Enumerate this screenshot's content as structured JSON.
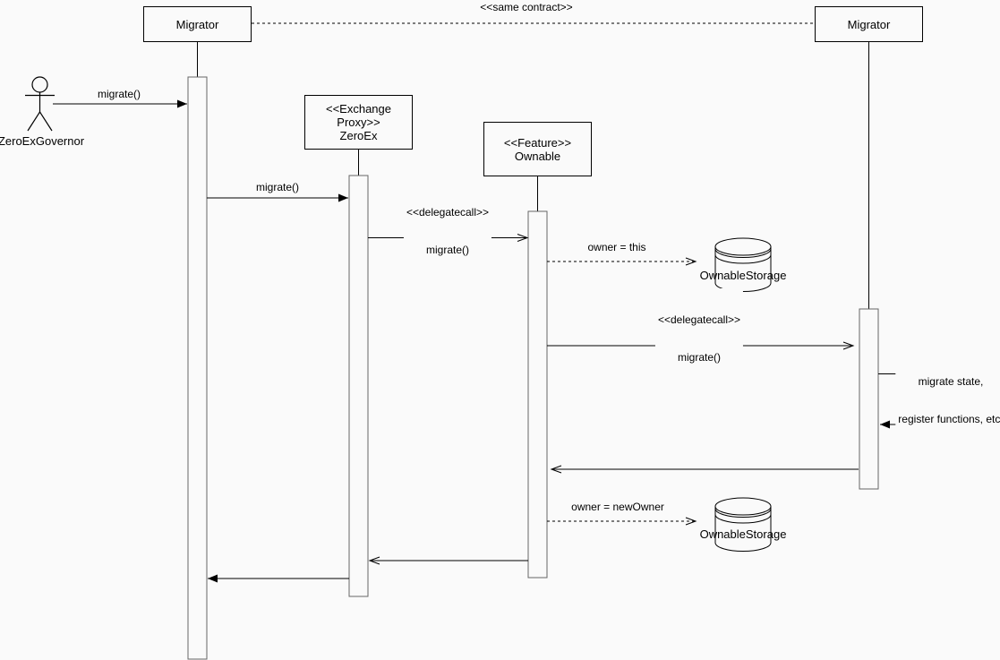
{
  "diagram": {
    "title_hint": "UML sequence diagram",
    "header": {
      "same_contract": "<<same contract>>"
    },
    "actor": {
      "name": "ZeroExGovernor"
    },
    "participants": [
      {
        "id": "migrator-left",
        "stereotype": "",
        "name": "Migrator"
      },
      {
        "id": "zeroex",
        "stereotype": "<<Exchange Proxy>>",
        "name": "ZeroEx"
      },
      {
        "id": "ownable",
        "stereotype": "<<Feature>>",
        "name": "Ownable"
      },
      {
        "id": "migrator-right",
        "stereotype": "",
        "name": "Migrator"
      }
    ],
    "datastores": {
      "store1": {
        "label": "OwnableStorage"
      },
      "store2": {
        "label": "OwnableStorage"
      }
    },
    "messages": {
      "m1": {
        "label": "migrate()"
      },
      "m2": {
        "label": "migrate()"
      },
      "m3": {
        "stereotype": "<<delegatecall>>",
        "label": "migrate()"
      },
      "m4": {
        "label": "owner = this"
      },
      "m5": {
        "stereotype": "<<delegatecall>>",
        "label": "migrate()"
      },
      "m6": {
        "line1": "migrate state,",
        "line2": "register functions, etc."
      },
      "m7": {
        "label": "owner = newOwner"
      }
    },
    "colors": {
      "background": "#fafafa",
      "line": "#000000",
      "activation_border": "#666666"
    }
  }
}
